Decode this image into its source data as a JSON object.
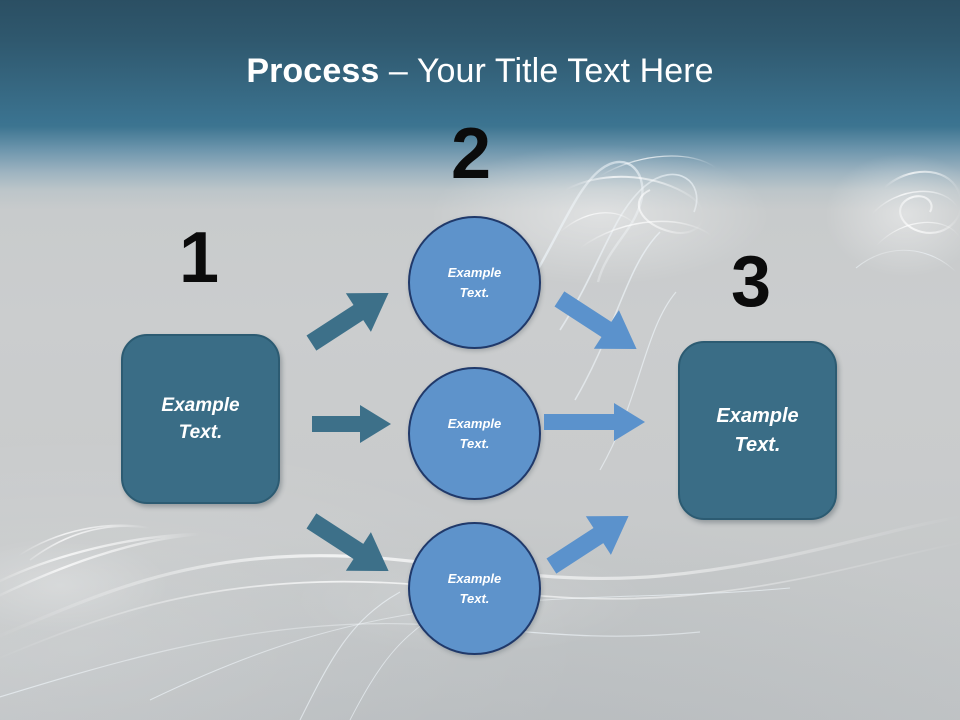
{
  "slide": {
    "title": {
      "bold_part": "Process",
      "light_part": " – Your Title Text Here",
      "full": "Process – Your Title Text Here"
    },
    "colors": {
      "header_top": "#2b4f63",
      "header_bottom": "#3c7490",
      "body_background": "#c9cccd",
      "rect_fill": "#3a6d86",
      "rect_border": "#2c5b72",
      "circle_fill": "#5e93cb",
      "circle_border": "#20396a",
      "arrow_in": "#3d7089",
      "arrow_out": "#5b92cc",
      "number": "#0b0b0b",
      "shape_text": "#ffffff"
    },
    "steps": [
      {
        "number": "1",
        "name": "step-one"
      },
      {
        "number": "2",
        "name": "step-two"
      },
      {
        "number": "3",
        "name": "step-three"
      }
    ],
    "start_shape": {
      "line1": "Example",
      "line2": "Text."
    },
    "middle_shapes": [
      {
        "line1": "Example",
        "line2": "Text."
      },
      {
        "line1": "Example",
        "line2": "Text."
      },
      {
        "line1": "Example",
        "line2": "Text."
      }
    ],
    "end_shape": {
      "line1": "Example",
      "line2": "Text."
    },
    "arrows": [
      {
        "name": "arrow-start-to-circle-1",
        "direction": "up-right",
        "color": "#3d7089"
      },
      {
        "name": "arrow-start-to-circle-2",
        "direction": "right",
        "color": "#3d7089"
      },
      {
        "name": "arrow-start-to-circle-3",
        "direction": "down-right",
        "color": "#3d7089"
      },
      {
        "name": "arrow-circle-1-to-end",
        "direction": "down-right",
        "color": "#5b92cc"
      },
      {
        "name": "arrow-circle-2-to-end",
        "direction": "right",
        "color": "#5b92cc"
      },
      {
        "name": "arrow-circle-3-to-end",
        "direction": "up-right",
        "color": "#5b92cc"
      }
    ]
  }
}
